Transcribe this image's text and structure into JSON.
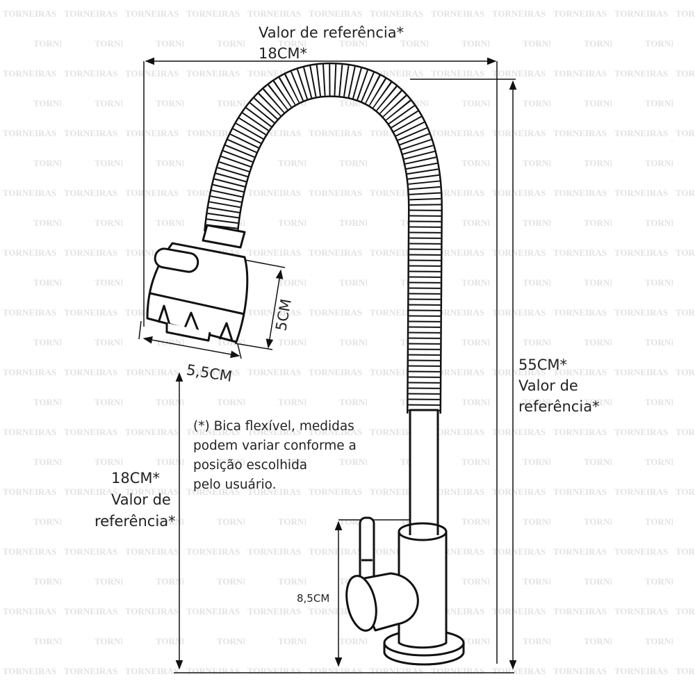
{
  "watermark": "TORNEIRAS",
  "top_dimension": {
    "line1": "Valor de referência*",
    "line2": "18CM*"
  },
  "right_dimension": {
    "line1": "55CM*",
    "line2": "Valor de",
    "line3": "referência*"
  },
  "left_dimension": {
    "line1": "18CM*",
    "line2": "Valor de",
    "line3": "referência*"
  },
  "head_height": "5CM",
  "head_width": "5,5CM",
  "base_height": "8,5CM",
  "note": {
    "lines": [
      "(*) Bica flexível, medidas",
      "podem variar conforme a",
      "posição escolhida",
      "pelo usuário."
    ]
  },
  "colors": {
    "line": "#111111",
    "watermark": "#e2e2e2"
  }
}
